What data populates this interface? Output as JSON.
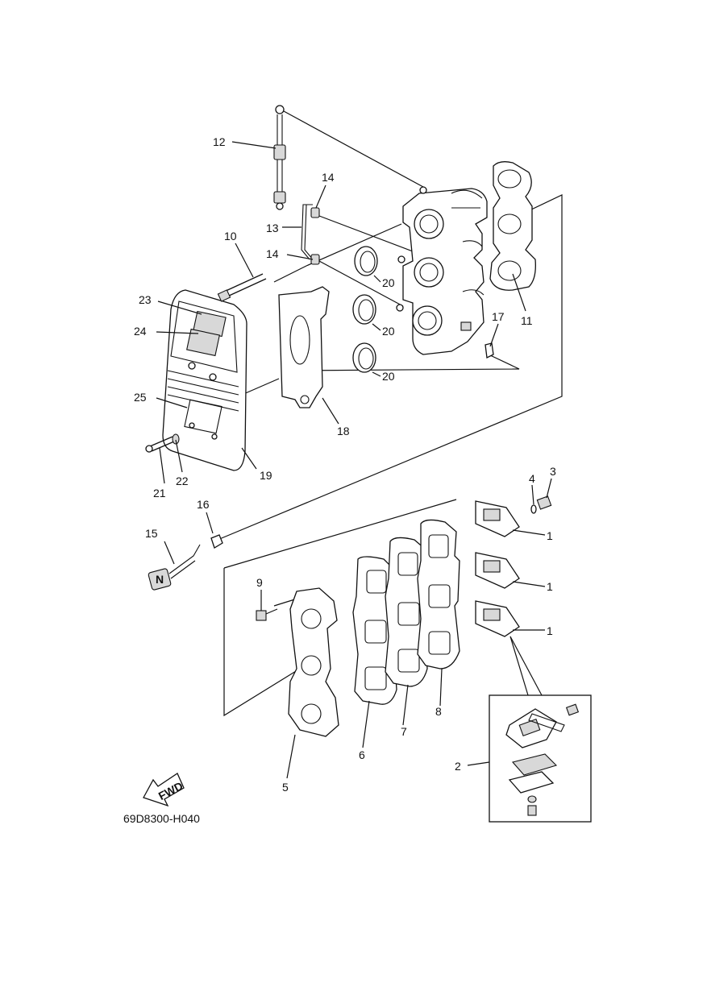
{
  "figure_code": "69D8300-H040",
  "fwd_label": "FWD",
  "plate_label": "N",
  "callouts": [
    {
      "id": "c12",
      "text": "12"
    },
    {
      "id": "c14a",
      "text": "14"
    },
    {
      "id": "c13",
      "text": "13"
    },
    {
      "id": "c14b",
      "text": "14"
    },
    {
      "id": "c10",
      "text": "10"
    },
    {
      "id": "c20a",
      "text": "20"
    },
    {
      "id": "c20b",
      "text": "20"
    },
    {
      "id": "c20c",
      "text": "20"
    },
    {
      "id": "c11",
      "text": "11"
    },
    {
      "id": "c17",
      "text": "17"
    },
    {
      "id": "c23",
      "text": "23"
    },
    {
      "id": "c24",
      "text": "24"
    },
    {
      "id": "c25",
      "text": "25"
    },
    {
      "id": "c18",
      "text": "18"
    },
    {
      "id": "c19",
      "text": "19"
    },
    {
      "id": "c21",
      "text": "21"
    },
    {
      "id": "c22",
      "text": "22"
    },
    {
      "id": "c16",
      "text": "16"
    },
    {
      "id": "c15",
      "text": "15"
    },
    {
      "id": "c3",
      "text": "3"
    },
    {
      "id": "c4",
      "text": "4"
    },
    {
      "id": "c1a",
      "text": "1"
    },
    {
      "id": "c1b",
      "text": "1"
    },
    {
      "id": "c1c",
      "text": "1"
    },
    {
      "id": "c9",
      "text": "9"
    },
    {
      "id": "c5",
      "text": "5"
    },
    {
      "id": "c6",
      "text": "6"
    },
    {
      "id": "c7",
      "text": "7"
    },
    {
      "id": "c8",
      "text": "8"
    },
    {
      "id": "c2",
      "text": "2"
    }
  ]
}
